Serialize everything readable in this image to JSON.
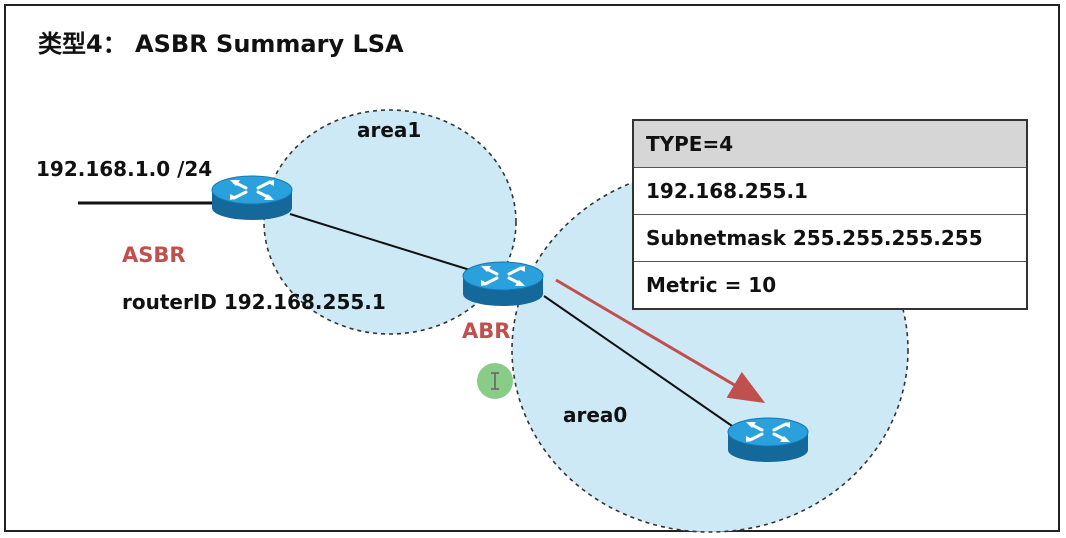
{
  "title": "类型4： ASBR Summary LSA",
  "areas": {
    "area1": "area1",
    "area0": "area0"
  },
  "network": "192.168.1.0 /24",
  "asbr": {
    "label": "ASBR",
    "router_id": "routerID 192.168.255.1"
  },
  "abr": {
    "label": "ABR"
  },
  "lsa": {
    "rows": [
      "TYPE=4",
      "192.168.255.1",
      "Subnetmask 255.255.255.255",
      "Metric = 10"
    ]
  },
  "colors": {
    "area_fill": "#cde9f6",
    "router_top": "#1f8fcf",
    "router_side": "#15689a",
    "red_label": "#c0504d",
    "arrow": "#c0504d",
    "cursor": "#7cc77c"
  },
  "icons": {
    "router": "router-icon",
    "cursor": "text-cursor-icon"
  }
}
